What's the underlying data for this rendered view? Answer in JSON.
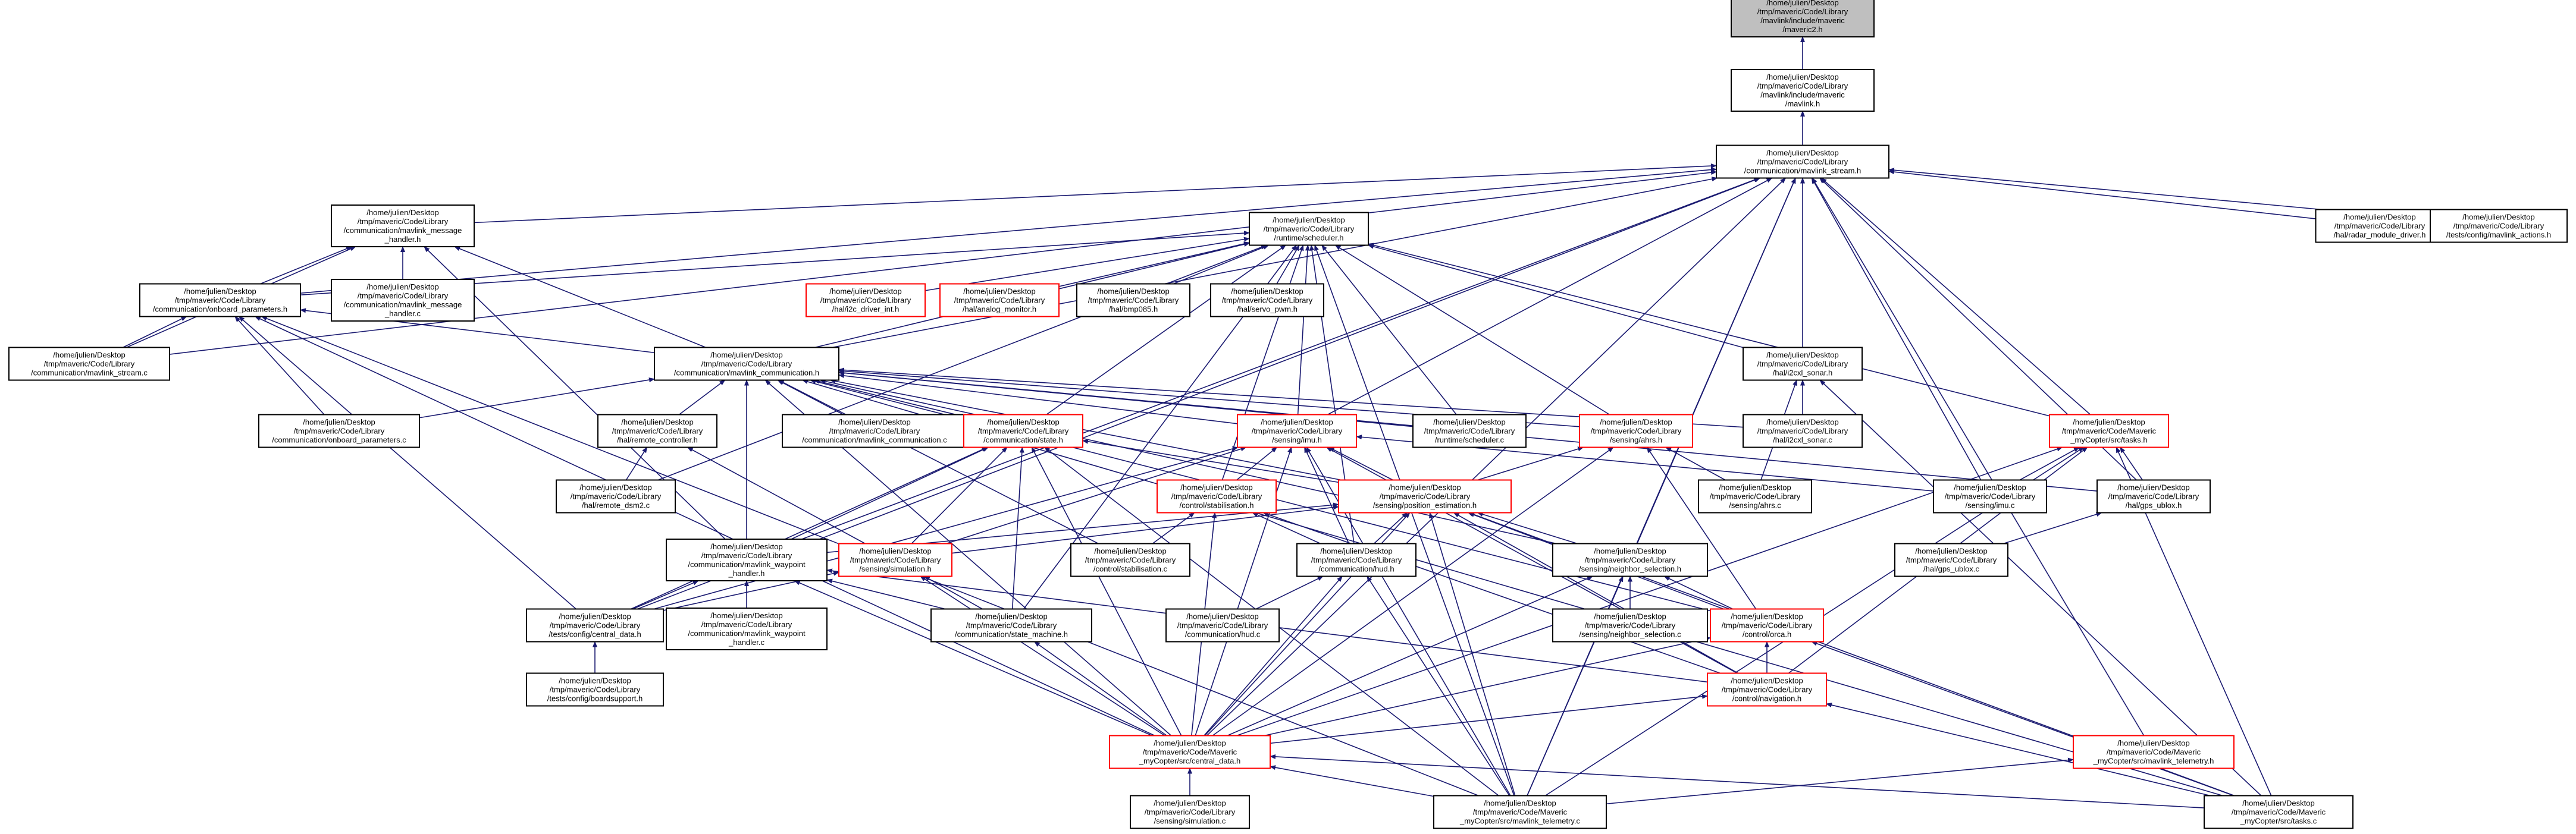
{
  "diagram": {
    "nodes": [
      {
        "id": "mavric2_h",
        "lines": [
          "/home/julien/Desktop",
          "/tmp/maveric/Code/Library",
          "/mavlink/include/maveric",
          "/maveric2.h"
        ],
        "root": true
      },
      {
        "id": "mavlink_h",
        "lines": [
          "/home/julien/Desktop",
          "/tmp/maveric/Code/Library",
          "/mavlink/include/maveric",
          "/mavlink.h"
        ]
      },
      {
        "id": "mavlink_stream_h",
        "lines": [
          "/home/julien/Desktop",
          "/tmp/maveric/Code/Library",
          "/communication/mavlink_stream.h"
        ]
      },
      {
        "id": "mavlink_message_handler_h",
        "lines": [
          "/home/julien/Desktop",
          "/tmp/maveric/Code/Library",
          "/communication/mavlink_message",
          "_handler.h"
        ]
      },
      {
        "id": "scheduler_h",
        "lines": [
          "/home/julien/Desktop",
          "/tmp/maveric/Code/Library",
          "/runtime/scheduler.h"
        ]
      },
      {
        "id": "radar_module_driver_h",
        "lines": [
          "/home/julien/Desktop",
          "/tmp/maveric/Code/Library",
          "/hal/radar_module_driver.h"
        ]
      },
      {
        "id": "mavlink_actions_h",
        "lines": [
          "/home/julien/Desktop",
          "/tmp/maveric/Code/Library",
          "/tests/config/mavlink_actions.h"
        ]
      },
      {
        "id": "onboard_parameters_h",
        "lines": [
          "/home/julien/Desktop",
          "/tmp/maveric/Code/Library",
          "/communication/onboard_parameters.h"
        ]
      },
      {
        "id": "mavlink_message_handler_c",
        "lines": [
          "/home/julien/Desktop",
          "/tmp/maveric/Code/Library",
          "/communication/mavlink_message",
          "_handler.c"
        ]
      },
      {
        "id": "i2c_driver_int_h",
        "lines": [
          "/home/julien/Desktop",
          "/tmp/maveric/Code/Library",
          "/hal/i2c_driver_int.h"
        ],
        "red": true
      },
      {
        "id": "analog_monitor_h",
        "lines": [
          "/home/julien/Desktop",
          "/tmp/maveric/Code/Library",
          "/hal/analog_monitor.h"
        ],
        "red": true
      },
      {
        "id": "bmp085_h",
        "lines": [
          "/home/julien/Desktop",
          "/tmp/maveric/Code/Library",
          "/hal/bmp085.h"
        ]
      },
      {
        "id": "servo_pwm_h",
        "lines": [
          "/home/julien/Desktop",
          "/tmp/maveric/Code/Library",
          "/hal/servo_pwm.h"
        ]
      },
      {
        "id": "mavlink_stream_c",
        "lines": [
          "/home/julien/Desktop",
          "/tmp/maveric/Code/Library",
          "/communication/mavlink_stream.c"
        ]
      },
      {
        "id": "mavlink_communication_h",
        "lines": [
          "/home/julien/Desktop",
          "/tmp/maveric/Code/Library",
          "/communication/mavlink_communication.h"
        ]
      },
      {
        "id": "i2cxl_sonar_h",
        "lines": [
          "/home/julien/Desktop",
          "/tmp/maveric/Code/Library",
          "/hal/i2cxl_sonar.h"
        ]
      },
      {
        "id": "onboard_parameters_c",
        "lines": [
          "/home/julien/Desktop",
          "/tmp/maveric/Code/Library",
          "/communication/onboard_parameters.c"
        ]
      },
      {
        "id": "remote_controller_h",
        "lines": [
          "/home/julien/Desktop",
          "/tmp/maveric/Code/Library",
          "/hal/remote_controller.h"
        ]
      },
      {
        "id": "mavlink_communication_c",
        "lines": [
          "/home/julien/Desktop",
          "/tmp/maveric/Code/Library",
          "/communication/mavlink_communication.c"
        ]
      },
      {
        "id": "state_h",
        "lines": [
          "/home/julien/Desktop",
          "/tmp/maveric/Code/Library",
          "/communication/state.h"
        ],
        "red": true
      },
      {
        "id": "imu_h",
        "lines": [
          "/home/julien/Desktop",
          "/tmp/maveric/Code/Library",
          "/sensing/imu.h"
        ],
        "red": true
      },
      {
        "id": "scheduler_c",
        "lines": [
          "/home/julien/Desktop",
          "/tmp/maveric/Code/Library",
          "/runtime/scheduler.c"
        ]
      },
      {
        "id": "ahrs_h",
        "lines": [
          "/home/julien/Desktop",
          "/tmp/maveric/Code/Library",
          "/sensing/ahrs.h"
        ],
        "red": true
      },
      {
        "id": "i2cxl_sonar_c",
        "lines": [
          "/home/julien/Desktop",
          "/tmp/maveric/Code/Library",
          "/hal/i2cxl_sonar.c"
        ]
      },
      {
        "id": "tasks_h",
        "lines": [
          "/home/julien/Desktop",
          "/tmp/maveric/Code/Maveric",
          "_myCopter/src/tasks.h"
        ],
        "red": true
      },
      {
        "id": "remote_dsm2_c",
        "lines": [
          "/home/julien/Desktop",
          "/tmp/maveric/Code/Library",
          "/hal/remote_dsm2.c"
        ]
      },
      {
        "id": "stabilisation_h",
        "lines": [
          "/home/julien/Desktop",
          "/tmp/maveric/Code/Library",
          "/control/stabilisation.h"
        ],
        "red": true
      },
      {
        "id": "position_estimation_h",
        "lines": [
          "/home/julien/Desktop",
          "/tmp/maveric/Code/Library",
          "/sensing/position_estimation.h"
        ],
        "red": true
      },
      {
        "id": "ahrs_c",
        "lines": [
          "/home/julien/Desktop",
          "/tmp/maveric/Code/Library",
          "/sensing/ahrs.c"
        ]
      },
      {
        "id": "imu_c",
        "lines": [
          "/home/julien/Desktop",
          "/tmp/maveric/Code/Library",
          "/sensing/imu.c"
        ]
      },
      {
        "id": "gps_ublox_h",
        "lines": [
          "/home/julien/Desktop",
          "/tmp/maveric/Code/Library",
          "/hal/gps_ublox.h"
        ]
      },
      {
        "id": "mavlink_waypoint_handler_h",
        "lines": [
          "/home/julien/Desktop",
          "/tmp/maveric/Code/Library",
          "/communication/mavlink_waypoint",
          "_handler.h"
        ]
      },
      {
        "id": "simulation_h",
        "lines": [
          "/home/julien/Desktop",
          "/tmp/maveric/Code/Library",
          "/sensing/simulation.h"
        ],
        "red": true
      },
      {
        "id": "stabilisation_c",
        "lines": [
          "/home/julien/Desktop",
          "/tmp/maveric/Code/Library",
          "/control/stabilisation.c"
        ]
      },
      {
        "id": "hud_h",
        "lines": [
          "/home/julien/Desktop",
          "/tmp/maveric/Code/Library",
          "/communication/hud.h"
        ]
      },
      {
        "id": "neighbor_selection_h",
        "lines": [
          "/home/julien/Desktop",
          "/tmp/maveric/Code/Library",
          "/sensing/neighbor_selection.h"
        ]
      },
      {
        "id": "gps_ublox_c",
        "lines": [
          "/home/julien/Desktop",
          "/tmp/maveric/Code/Library",
          "/hal/gps_ublox.c"
        ]
      },
      {
        "id": "central_data_h_tests",
        "lines": [
          "/home/julien/Desktop",
          "/tmp/maveric/Code/Library",
          "/tests/config/central_data.h"
        ]
      },
      {
        "id": "mavlink_waypoint_handler_c",
        "lines": [
          "/home/julien/Desktop",
          "/tmp/maveric/Code/Library",
          "/communication/mavlink_waypoint",
          "_handler.c"
        ]
      },
      {
        "id": "state_machine_h",
        "lines": [
          "/home/julien/Desktop",
          "/tmp/maveric/Code/Library",
          "/communication/state_machine.h"
        ]
      },
      {
        "id": "hud_c",
        "lines": [
          "/home/julien/Desktop",
          "/tmp/maveric/Code/Library",
          "/communication/hud.c"
        ]
      },
      {
        "id": "neighbor_selection_c",
        "lines": [
          "/home/julien/Desktop",
          "/tmp/maveric/Code/Library",
          "/sensing/neighbor_selection.c"
        ]
      },
      {
        "id": "orca_h",
        "lines": [
          "/home/julien/Desktop",
          "/tmp/maveric/Code/Library",
          "/control/orca.h"
        ],
        "red": true
      },
      {
        "id": "boardsupport_h",
        "lines": [
          "/home/julien/Desktop",
          "/tmp/maveric/Code/Library",
          "/tests/config/boardsupport.h"
        ]
      },
      {
        "id": "navigation_h",
        "lines": [
          "/home/julien/Desktop",
          "/tmp/maveric/Code/Library",
          "/control/navigation.h"
        ],
        "red": true
      },
      {
        "id": "central_data_h",
        "lines": [
          "/home/julien/Desktop",
          "/tmp/maveric/Code/Maveric",
          "_myCopter/src/central_data.h"
        ],
        "red": true
      },
      {
        "id": "mavlink_telemetry_h",
        "lines": [
          "/home/julien/Desktop",
          "/tmp/maveric/Code/Maveric",
          "_myCopter/src/mavlink_telemetry.h"
        ],
        "red": true
      },
      {
        "id": "simulation_c",
        "lines": [
          "/home/julien/Desktop",
          "/tmp/maveric/Code/Library",
          "/sensing/simulation.c"
        ]
      },
      {
        "id": "mavlink_telemetry_c",
        "lines": [
          "/home/julien/Desktop",
          "/tmp/maveric/Code/Maveric",
          "_myCopter/src/mavlink_telemetry.c"
        ]
      },
      {
        "id": "tasks_c",
        "lines": [
          "/home/julien/Desktop",
          "/tmp/maveric/Code/Maveric",
          "_myCopter/src/tasks.c"
        ]
      }
    ],
    "edges": [
      [
        "mavlink_h",
        "mavric2_h"
      ],
      [
        "mavlink_stream_h",
        "mavlink_h"
      ],
      [
        "mavlink_message_handler_h",
        "mavlink_stream_h"
      ],
      [
        "onboard_parameters_h",
        "mavlink_stream_h"
      ],
      [
        "mavlink_stream_c",
        "mavlink_stream_h"
      ],
      [
        "mavlink_communication_h",
        "mavlink_stream_h"
      ],
      [
        "radar_module_driver_h",
        "mavlink_stream_h"
      ],
      [
        "mavlink_actions_h",
        "mavlink_stream_h"
      ],
      [
        "i2cxl_sonar_h",
        "mavlink_stream_h"
      ],
      [
        "imu_h",
        "mavlink_stream_h"
      ],
      [
        "tasks_h",
        "mavlink_stream_h"
      ],
      [
        "gps_ublox_h",
        "mavlink_stream_h"
      ],
      [
        "imu_c",
        "mavlink_stream_h"
      ],
      [
        "neighbor_selection_h",
        "mavlink_stream_h"
      ],
      [
        "central_data_h_tests",
        "mavlink_stream_h"
      ],
      [
        "central_data_h",
        "mavlink_stream_h"
      ],
      [
        "mavlink_telemetry_h",
        "mavlink_stream_h"
      ],
      [
        "mavlink_telemetry_c",
        "mavlink_stream_h"
      ],
      [
        "mavlink_waypoint_handler_h",
        "mavlink_stream_h"
      ],
      [
        "onboard_parameters_h",
        "mavlink_message_handler_h"
      ],
      [
        "mavlink_message_handler_c",
        "mavlink_message_handler_h"
      ],
      [
        "mavlink_communication_h",
        "mavlink_message_handler_h"
      ],
      [
        "mavlink_stream_c",
        "mavlink_message_handler_h"
      ],
      [
        "mavlink_waypoint_handler_h",
        "mavlink_message_handler_h"
      ],
      [
        "i2c_driver_int_h",
        "scheduler_h"
      ],
      [
        "analog_monitor_h",
        "scheduler_h"
      ],
      [
        "bmp085_h",
        "scheduler_h"
      ],
      [
        "servo_pwm_h",
        "scheduler_h"
      ],
      [
        "onboard_parameters_h",
        "scheduler_h"
      ],
      [
        "mavlink_communication_h",
        "scheduler_h"
      ],
      [
        "i2cxl_sonar_h",
        "scheduler_h"
      ],
      [
        "state_h",
        "scheduler_h"
      ],
      [
        "imu_h",
        "scheduler_h"
      ],
      [
        "scheduler_c",
        "scheduler_h"
      ],
      [
        "ahrs_h",
        "scheduler_h"
      ],
      [
        "tasks_h",
        "scheduler_h"
      ],
      [
        "stabilisation_h",
        "scheduler_h"
      ],
      [
        "remote_dsm2_c",
        "scheduler_h"
      ],
      [
        "state_machine_h",
        "scheduler_h"
      ],
      [
        "hud_h",
        "scheduler_h"
      ],
      [
        "mavlink_telemetry_c",
        "scheduler_h"
      ],
      [
        "mavlink_stream_c",
        "onboard_parameters_h"
      ],
      [
        "onboard_parameters_c",
        "onboard_parameters_h"
      ],
      [
        "mavlink_communication_h",
        "onboard_parameters_h"
      ],
      [
        "central_data_h_tests",
        "onboard_parameters_h"
      ],
      [
        "central_data_h",
        "onboard_parameters_h"
      ],
      [
        "mavlink_telemetry_c",
        "onboard_parameters_h"
      ],
      [
        "onboard_parameters_c",
        "mavlink_communication_h"
      ],
      [
        "remote_controller_h",
        "mavlink_communication_h"
      ],
      [
        "mavlink_communication_c",
        "mavlink_communication_h"
      ],
      [
        "state_h",
        "mavlink_communication_h"
      ],
      [
        "scheduler_c",
        "mavlink_communication_h"
      ],
      [
        "imu_h",
        "mavlink_communication_h"
      ],
      [
        "ahrs_h",
        "mavlink_communication_h"
      ],
      [
        "i2cxl_sonar_c",
        "mavlink_communication_h"
      ],
      [
        "position_estimation_h",
        "mavlink_communication_h"
      ],
      [
        "mavlink_waypoint_handler_h",
        "mavlink_communication_h"
      ],
      [
        "stabilisation_c",
        "mavlink_communication_h"
      ],
      [
        "neighbor_selection_h",
        "mavlink_communication_h"
      ],
      [
        "gps_ublox_h",
        "mavlink_communication_h"
      ],
      [
        "central_data_h",
        "mavlink_communication_h"
      ],
      [
        "orca_h",
        "mavlink_communication_h"
      ],
      [
        "tasks_c",
        "mavlink_communication_h"
      ],
      [
        "i2cxl_sonar_c",
        "i2cxl_sonar_h"
      ],
      [
        "ahrs_c",
        "i2cxl_sonar_h"
      ],
      [
        "tasks_c",
        "i2cxl_sonar_h"
      ],
      [
        "remote_dsm2_c",
        "remote_controller_h"
      ],
      [
        "simulation_h",
        "remote_controller_h"
      ],
      [
        "mavlink_waypoint_handler_h",
        "state_h"
      ],
      [
        "simulation_h",
        "state_h"
      ],
      [
        "state_machine_h",
        "state_h"
      ],
      [
        "central_data_h_tests",
        "state_h"
      ],
      [
        "central_data_h",
        "state_h"
      ],
      [
        "position_estimation_h",
        "state_h"
      ],
      [
        "mavlink_telemetry_c",
        "state_h"
      ],
      [
        "stabilisation_h",
        "imu_h"
      ],
      [
        "position_estimation_h",
        "imu_h"
      ],
      [
        "imu_c",
        "imu_h"
      ],
      [
        "hud_h",
        "imu_h"
      ],
      [
        "simulation_h",
        "imu_h"
      ],
      [
        "central_data_h_tests",
        "imu_h"
      ],
      [
        "navigation_h",
        "imu_h"
      ],
      [
        "central_data_h",
        "imu_h"
      ],
      [
        "mavlink_telemetry_c",
        "imu_h"
      ],
      [
        "position_estimation_h",
        "ahrs_h"
      ],
      [
        "ahrs_c",
        "ahrs_h"
      ],
      [
        "central_data_h",
        "ahrs_h"
      ],
      [
        "orca_h",
        "ahrs_h"
      ],
      [
        "imu_c",
        "tasks_h"
      ],
      [
        "gps_ublox_h",
        "tasks_h"
      ],
      [
        "navigation_h",
        "tasks_h"
      ],
      [
        "central_data_h",
        "tasks_h"
      ],
      [
        "mavlink_telemetry_c",
        "tasks_h"
      ],
      [
        "tasks_c",
        "tasks_h"
      ],
      [
        "stabilisation_c",
        "stabilisation_h"
      ],
      [
        "hud_h",
        "stabilisation_h"
      ],
      [
        "central_data_h",
        "stabilisation_h"
      ],
      [
        "navigation_h",
        "stabilisation_h"
      ],
      [
        "mavlink_waypoint_handler_h",
        "position_estimation_h"
      ],
      [
        "simulation_h",
        "position_estimation_h"
      ],
      [
        "hud_h",
        "position_estimation_h"
      ],
      [
        "neighbor_selection_h",
        "position_estimation_h"
      ],
      [
        "central_data_h",
        "position_estimation_h"
      ],
      [
        "navigation_h",
        "position_estimation_h"
      ],
      [
        "orca_h",
        "position_estimation_h"
      ],
      [
        "mavlink_telemetry_c",
        "position_estimation_h"
      ],
      [
        "tasks_c",
        "position_estimation_h"
      ],
      [
        "gps_ublox_c",
        "gps_ublox_h"
      ],
      [
        "central_data_h_tests",
        "mavlink_waypoint_handler_h"
      ],
      [
        "mavlink_waypoint_handler_c",
        "mavlink_waypoint_handler_h"
      ],
      [
        "state_machine_h",
        "mavlink_waypoint_handler_h"
      ],
      [
        "navigation_h",
        "mavlink_waypoint_handler_h"
      ],
      [
        "central_data_h",
        "mavlink_waypoint_handler_h"
      ],
      [
        "central_data_h_tests",
        "simulation_h"
      ],
      [
        "state_machine_h",
        "simulation_h"
      ],
      [
        "central_data_h",
        "simulation_h"
      ],
      [
        "hud_c",
        "hud_h"
      ],
      [
        "central_data_h",
        "hud_h"
      ],
      [
        "mavlink_telemetry_c",
        "hud_h"
      ],
      [
        "neighbor_selection_c",
        "neighbor_selection_h"
      ],
      [
        "orca_h",
        "neighbor_selection_h"
      ],
      [
        "central_data_h",
        "neighbor_selection_h"
      ],
      [
        "mavlink_telemetry_c",
        "neighbor_selection_h"
      ],
      [
        "boardsupport_h",
        "central_data_h_tests"
      ],
      [
        "central_data_h",
        "state_machine_h"
      ],
      [
        "navigation_h",
        "orca_h"
      ],
      [
        "central_data_h",
        "orca_h"
      ],
      [
        "tasks_c",
        "orca_h"
      ],
      [
        "central_data_h",
        "navigation_h"
      ],
      [
        "tasks_c",
        "navigation_h"
      ],
      [
        "simulation_c",
        "central_data_h"
      ],
      [
        "mavlink_telemetry_c",
        "central_data_h"
      ],
      [
        "tasks_c",
        "central_data_h"
      ],
      [
        "mavlink_telemetry_c",
        "mavlink_telemetry_h"
      ]
    ]
  }
}
